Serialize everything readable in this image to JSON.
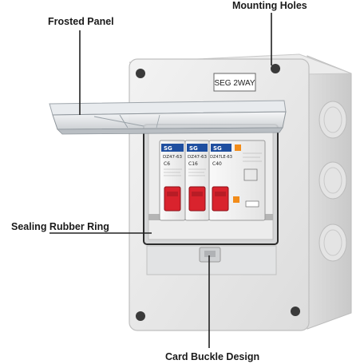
{
  "callouts": {
    "frosted_panel": "Frosted Panel",
    "mounting_holes": "Mounting Holes",
    "sealing_ring": "Sealing Rubber Ring",
    "card_buckle": "Card Buckle Design"
  },
  "enclosure": {
    "label_tag": "SEG 2WAY"
  },
  "breakers": [
    {
      "brand": "SG",
      "model": "DZ47-63",
      "rating": "C6"
    },
    {
      "brand": "SG",
      "model": "DZ47-63",
      "rating": "C16"
    },
    {
      "brand": "SG",
      "model": "DZ47LE-63",
      "rating": "C40"
    }
  ],
  "colors": {
    "enclosure_body": "#e9eaea",
    "breaker_body": "#f4f4f4",
    "toggle_red": "#d9232d",
    "badge_blue": "#1f4fa0",
    "test_button_orange": "#f28c1a",
    "callout_line": "#222222"
  }
}
